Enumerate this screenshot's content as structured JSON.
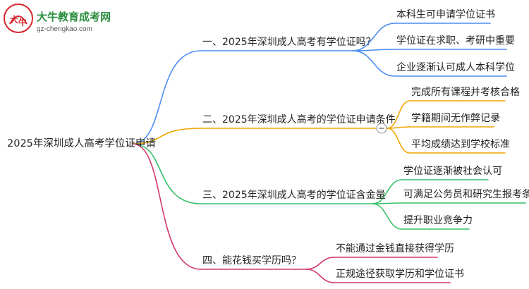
{
  "logo": {
    "title": "大牛教育成考网",
    "url": "gz-chengkao.com",
    "mark_chars": [
      "大",
      "牛"
    ]
  },
  "colors": {
    "branch1": "#4a8df0",
    "branch2": "#f0a500",
    "branch3": "#34c06a",
    "branch4": "#d2386b"
  },
  "mindmap": {
    "root": "2025年深圳成人高考学位证申请",
    "branches": [
      {
        "label": "一、2025年深圳成人高考有学位证吗？",
        "children": [
          "本科生可申请学位证书",
          "学位证在求职、考研中重要",
          "企业逐渐认可成人本科学位"
        ]
      },
      {
        "label": "二、2025年深圳成人高考的学位证申请条件",
        "children": [
          "完成所有课程并考核合格",
          "学籍期间无作弊记录",
          "平均成绩达到学校标准"
        ]
      },
      {
        "label": "三、2025年深圳成人高考的学位证含金量",
        "children": [
          "学位证逐渐被社会认可",
          "可满足公务员和研究生报考条件",
          "提升职业竞争力"
        ]
      },
      {
        "label": "四、能花钱买学历吗？",
        "children": [
          "不能通过金钱直接获得学历",
          "正规途径获取学历和学位证书"
        ]
      }
    ]
  }
}
